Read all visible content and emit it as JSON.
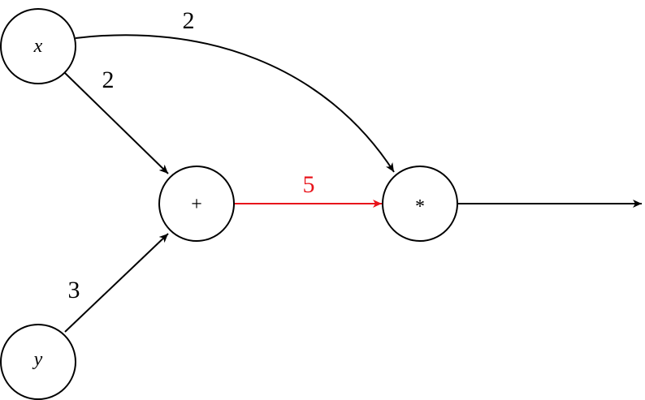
{
  "nodes": {
    "x": {
      "label": "x"
    },
    "y": {
      "label": "y"
    },
    "plus": {
      "label": "+"
    },
    "mult": {
      "label": "*"
    }
  },
  "edges": {
    "x_to_plus": {
      "label": "2"
    },
    "y_to_plus": {
      "label": "3"
    },
    "plus_to_mult": {
      "label": "5"
    },
    "x_to_mult": {
      "label": "2"
    }
  },
  "colors": {
    "highlight": "#e8141b",
    "default": "#000000"
  }
}
